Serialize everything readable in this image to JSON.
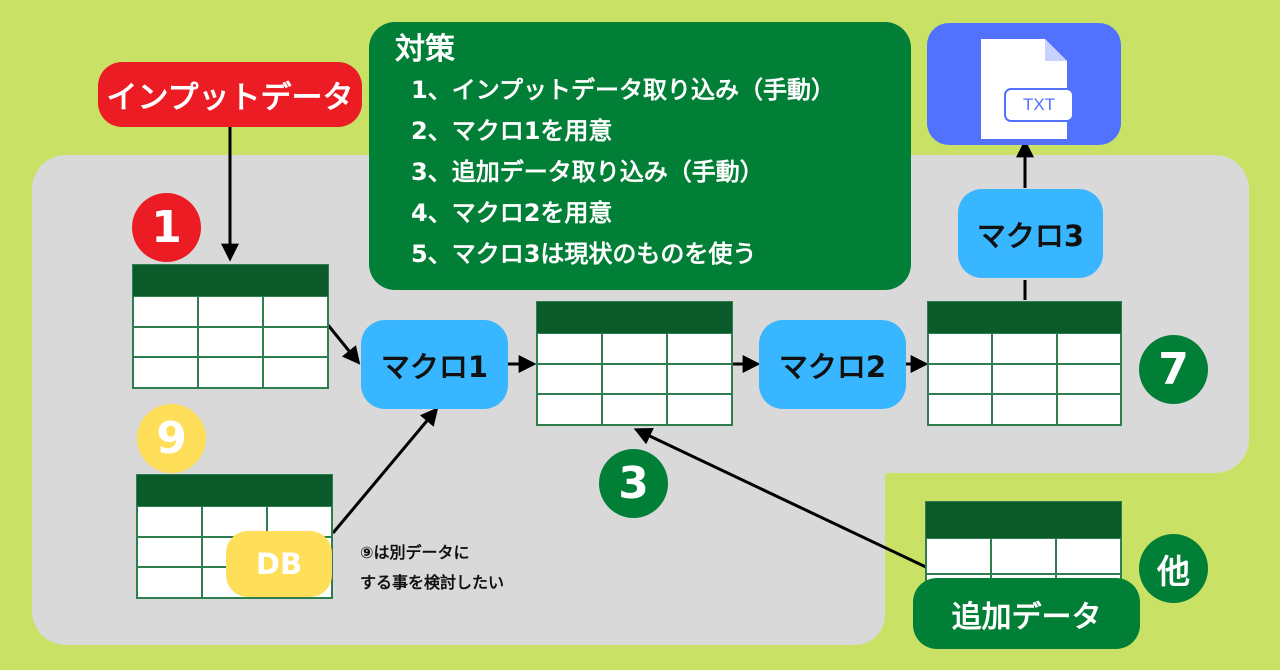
{
  "labels": {
    "input_data": "インプットデータ",
    "macro1": "マクロ1",
    "macro2": "マクロ2",
    "macro3": "マクロ3",
    "db": "DB",
    "additional_data": "追加データ",
    "txt": "TXT"
  },
  "badges": {
    "one": "1",
    "three": "3",
    "seven": "7",
    "nine": "9",
    "other": "他"
  },
  "plan": {
    "title": "対策",
    "items": [
      "1、インプットデータ取り込み（手動）",
      "2、マクロ1を用意",
      "3、追加データ取り込み（手動）",
      "4、マクロ2を用意",
      "5、マクロ3は現状のものを使う"
    ]
  },
  "note": {
    "line1": "⑨は別データに",
    "line2": "する事を検討したい"
  },
  "colors": {
    "background": "#c9e265",
    "panel": "#d9d9d9",
    "red": "#ec1c24",
    "green": "#027f36",
    "blue": "#38b6ff",
    "yellow": "#ffde59",
    "file_blue": "#5271ff"
  }
}
